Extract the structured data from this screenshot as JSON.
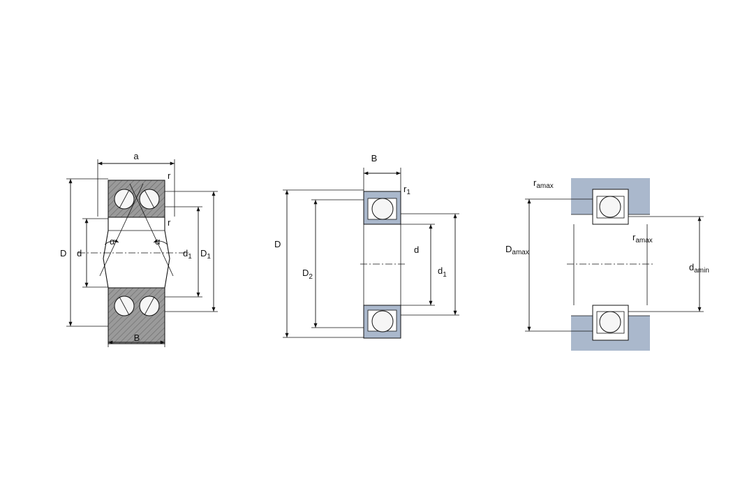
{
  "colors": {
    "steel_blue": "#aab8cc",
    "steel_grey": "#8e8e8e",
    "line": "#111111"
  },
  "drawing_left": {
    "labels": {
      "a": "a",
      "r_top": "r",
      "r_mid": "r",
      "D": "D",
      "d": "d",
      "d1": "d",
      "d1_sub": "1",
      "D1": "D",
      "D1_sub": "1",
      "alpha_left": "α",
      "alpha_right": "α",
      "B": "B"
    }
  },
  "drawing_middle": {
    "labels": {
      "B": "B",
      "r1": "r",
      "r1_sub": "1",
      "D": "D",
      "D2": "D",
      "D2_sub": "2",
      "d": "d",
      "d1": "d",
      "d1_sub": "1"
    }
  },
  "drawing_right": {
    "labels": {
      "ra_top": "r",
      "ra_top_sub": "amax",
      "Da": "D",
      "Da_sub": "amax",
      "ra_mid": "r",
      "ra_mid_sub": "amax",
      "da": "d",
      "da_sub": "amin"
    }
  }
}
